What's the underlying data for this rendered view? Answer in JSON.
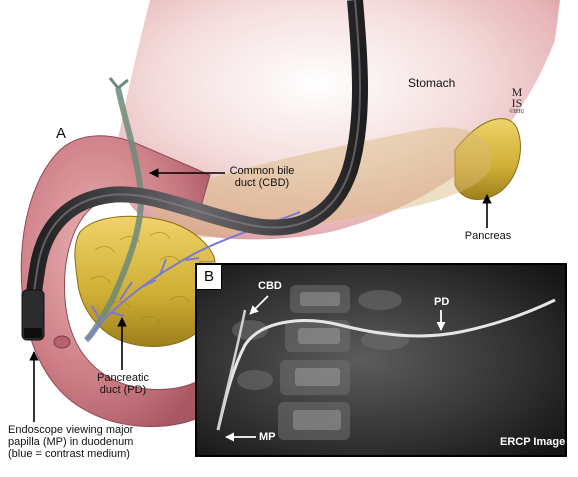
{
  "panel_a": {
    "letter": "A",
    "stomach_label": "Stomach",
    "cbd_label_line1": "Common bile",
    "cbd_label_line2": "duct (CBD)",
    "pancreas_label": "Pancreas",
    "pd_label_line1": "Pancreatic",
    "pd_label_line2": "duct (PD)",
    "endoscope_label_line1": "Endoscope viewing major",
    "endoscope_label_line2": "papilla (MP) in duodenum",
    "endoscope_label_line3": "(blue = contrast medium)"
  },
  "panel_b": {
    "letter": "B",
    "cbd": "CBD",
    "pd": "PD",
    "mp": "MP",
    "caption": "ERCP Image"
  },
  "signature": {
    "lettering": "M IS ©IHU"
  },
  "colors": {
    "duodenum": "#c97a7f",
    "stomach": "#e9c1c3",
    "pancreas": "#d8b83a",
    "endoscope": "#3c3a3c",
    "contrast": "#7a7bd0",
    "xray_bg": "#2a2a2a"
  }
}
